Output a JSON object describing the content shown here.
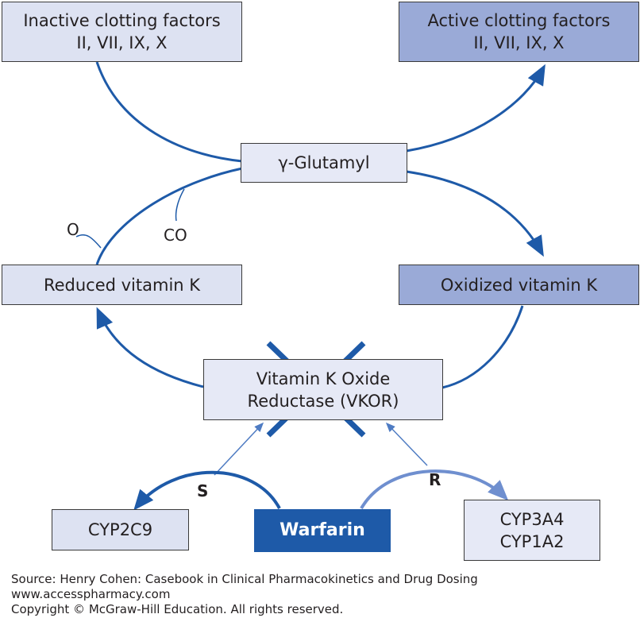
{
  "nodes": {
    "inactive": {
      "line1": "Inactive clotting factors",
      "line2": "II, VII, IX, X"
    },
    "active": {
      "line1": "Active clotting factors",
      "line2": "II, VII, IX, X"
    },
    "glutamyl": "γ-Glutamyl",
    "reduced": "Reduced vitamin K",
    "oxidized": "Oxidized vitamin K",
    "vkor": {
      "line1": "Vitamin K Oxide",
      "line2": "Reductase (VKOR)"
    },
    "cyp2c9": "CYP2C9",
    "warfarin": "Warfarin",
    "cyp3a4": {
      "line1": "CYP3A4",
      "line2": "CYP1A2"
    }
  },
  "labels": {
    "o": "O",
    "co": "CO",
    "s": "S",
    "r": "R"
  },
  "colors": {
    "arrow": "#1e5aa8",
    "arrow_light": "#6f8fcf",
    "box_light": "#dde2f2",
    "box_dark": "#9aaad7"
  },
  "footer": {
    "source": "Source: Henry Cohen: Casebook in Clinical Pharmacokinetics and Drug Dosing",
    "site": "www.accesspharmacy.com",
    "copyright": "Copyright © McGraw-Hill Education.  All rights reserved."
  }
}
